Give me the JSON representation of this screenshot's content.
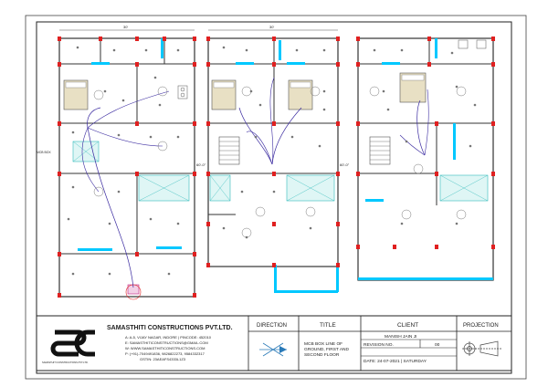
{
  "company": {
    "name": "SAMASTHITI CONSTRUCTIONS PVT.LTD.",
    "address": "A: A-5, VIJAY NAGAR, INDORE | PINCODE: 452010",
    "email": "E: SAMASTHITICONSTRUCTIONS@GMAIL.COM",
    "web": "W: WWW.SAMASTHITICONSTRUCTIONS.COM",
    "phone": "P: (+91)-7049491836, 9826822273, 9584332317",
    "gstin": "GSTIN: 23AEAFS4333L1Z3",
    "logo_caption": "SAMASTHITI CONSTRUCTIONS PVT.LTD."
  },
  "titleblock": {
    "direction_header": "DIRECTION",
    "title_header": "TITLE",
    "title_text_lines": [
      "MCB BOX LINE OF",
      "GROUND, FIRST AND",
      "SECOND FLOOR"
    ],
    "client_header": "CLIENT",
    "client_name": "MANISH JAIN JI",
    "revision_label": "REVISION NO.",
    "revision_value": "00",
    "date": "DATE: 24-07-2021 | SATURDAY",
    "projection_header": "PROJECTION"
  },
  "annotations": {
    "dim_top_1": "30'",
    "dim_top_2": "30'",
    "dim_side_1": "60'-0\"",
    "dim_side_2": "60'-0\"",
    "mcb_note": "MCB BOX"
  },
  "colors": {
    "wall": "#333333",
    "column": "#e02020",
    "window": "#00c8ff",
    "wire": "#3a2aa0",
    "fixture": "#777777"
  }
}
